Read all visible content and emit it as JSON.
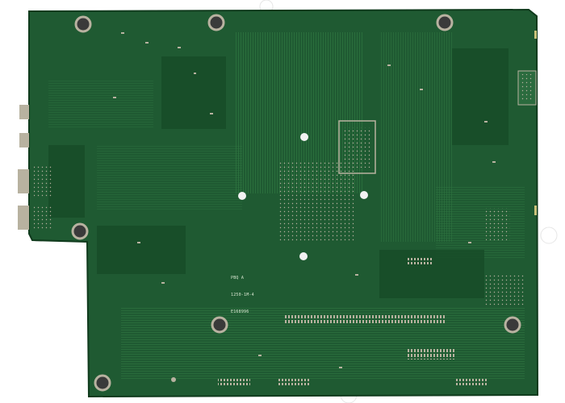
{
  "image": {
    "subject": "motherboard-rear-side",
    "board_color": "#1f5a32",
    "board_color_dark": "#154a25",
    "trace_color": "#2e7540",
    "solder_color": "#b8b2a0",
    "background": "#ffffff"
  },
  "silkscreen": {
    "line1": "PBQ A",
    "line2": "1250-1M-4",
    "line3": "E168996"
  }
}
